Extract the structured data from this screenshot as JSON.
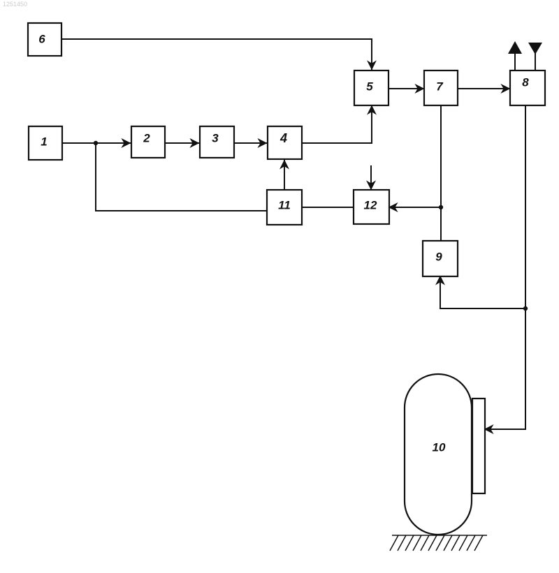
{
  "document_number": "1251450",
  "blocks": {
    "b1": "1",
    "b2": "2",
    "b3": "3",
    "b4": "4",
    "b5": "5",
    "b6": "6",
    "b7": "7",
    "b8": "8",
    "b9": "9",
    "b10": "10",
    "b11": "11",
    "b12": "12"
  }
}
